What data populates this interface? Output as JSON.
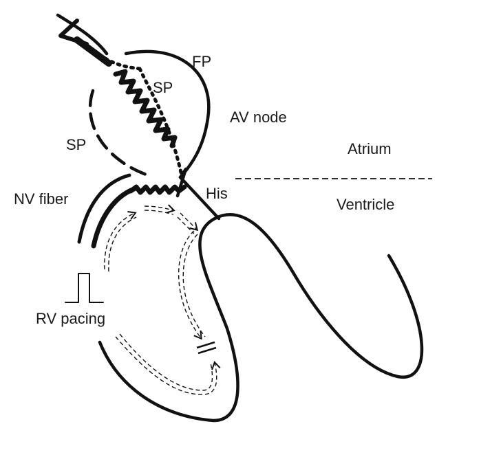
{
  "labels": {
    "fp": "FP",
    "sp_upper": "SP",
    "sp_left": "SP",
    "av_node": "AV node",
    "atrium": "Atrium",
    "ventricle": "Ventricle",
    "his": "His",
    "nv_fiber": "NV fiber",
    "rv_pacing": "RV pacing"
  },
  "colors": {
    "ink": "#111111",
    "background": "#ffffff"
  }
}
